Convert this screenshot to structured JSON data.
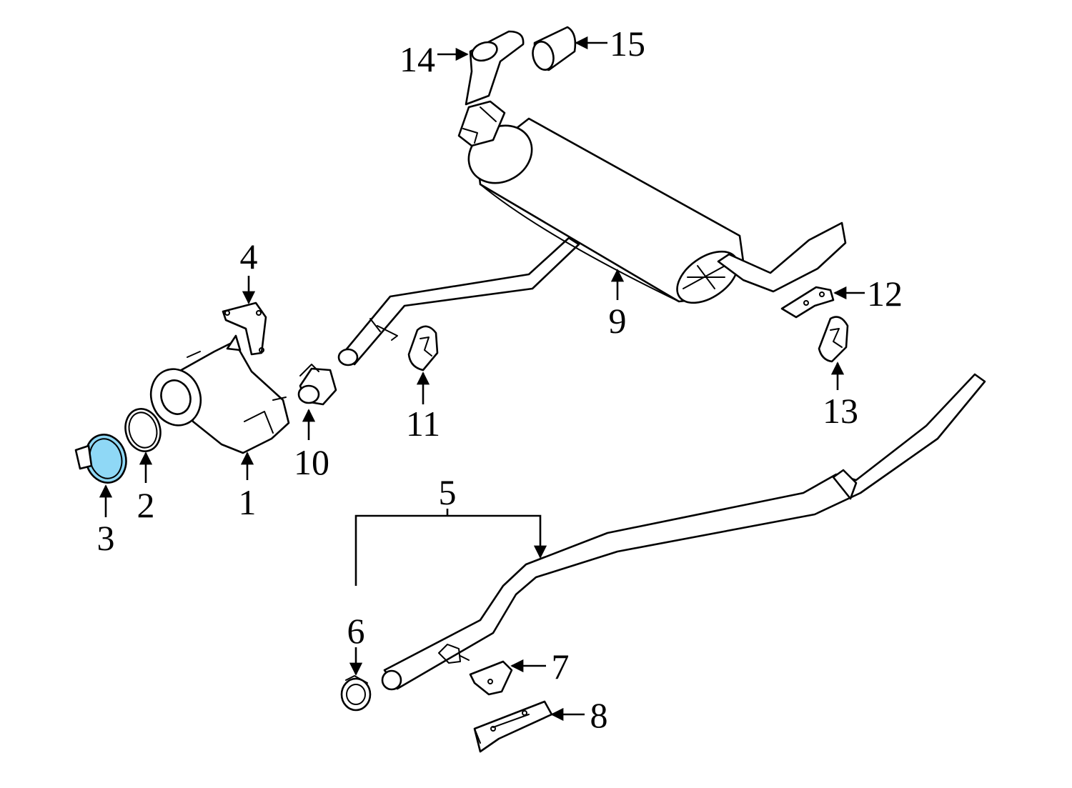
{
  "highlight_color": "#8fd8f6",
  "line_color": "#000000",
  "callouts": {
    "c1": "1",
    "c2": "2",
    "c3": "3",
    "c4": "4",
    "c5": "5",
    "c6": "6",
    "c7": "7",
    "c8": "8",
    "c9": "9",
    "c10": "10",
    "c11": "11",
    "c12": "12",
    "c13": "13",
    "c14": "14",
    "c15": "15"
  }
}
